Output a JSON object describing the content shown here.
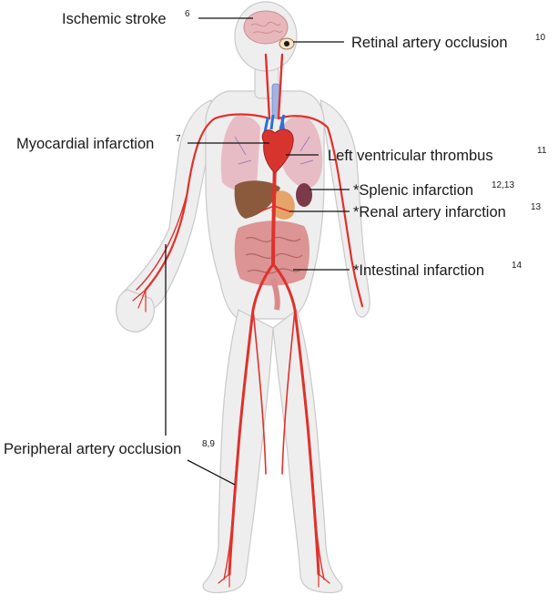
{
  "labels": {
    "ischemic_stroke": {
      "text": "Ischemic stroke",
      "ref": "6"
    },
    "retinal_artery_occlusion": {
      "text": "Retinal artery occlusion",
      "ref": "10"
    },
    "myocardial_infarction": {
      "text": "Myocardial infarction",
      "ref": "7"
    },
    "left_ventricular_thrombus": {
      "text": "Left ventricular thrombus",
      "ref": "11"
    },
    "splenic_infarction": {
      "text": "*Splenic infarction",
      "ref": "12,13"
    },
    "renal_artery_infarction": {
      "text": "*Renal artery infarction",
      "ref": "13"
    },
    "intestinal_infarction": {
      "text": "*Intestinal infarction",
      "ref": "14"
    },
    "peripheral_artery_occlusion": {
      "text": "Peripheral artery occlusion",
      "ref": "8,9"
    }
  },
  "colors": {
    "artery": "#e0312b",
    "vein": "#2f6fd6",
    "body_fill": "#eeeeee",
    "body_outline": "#c9c9c9",
    "lung": "#e7b6c0",
    "heart": "#d8342e",
    "brain": "#e8b7bb",
    "liver": "#8b5a3c",
    "spleen": "#7a3a4a",
    "intestine": "#d98a8a"
  }
}
